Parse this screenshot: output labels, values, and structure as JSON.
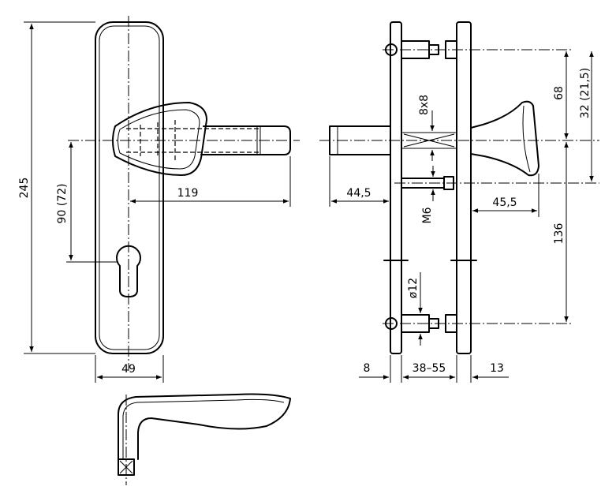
{
  "dimensions": {
    "plate_height": "245",
    "spindle_to_cylinder": "90 (72)",
    "handle_length": "119",
    "plate_width": "49",
    "spindle_projection": "44,5",
    "square_spindle": "8x8",
    "screw_thread": "M6",
    "inner_projection": "45,5",
    "top_offset_a": "68",
    "top_offset_b": "32 (21,5)",
    "fixing_spacing": "136",
    "bolt_diameter": "ø12",
    "outer_plate_thickness": "8",
    "door_thickness": "38–55",
    "inner_plate_thickness": "13"
  }
}
